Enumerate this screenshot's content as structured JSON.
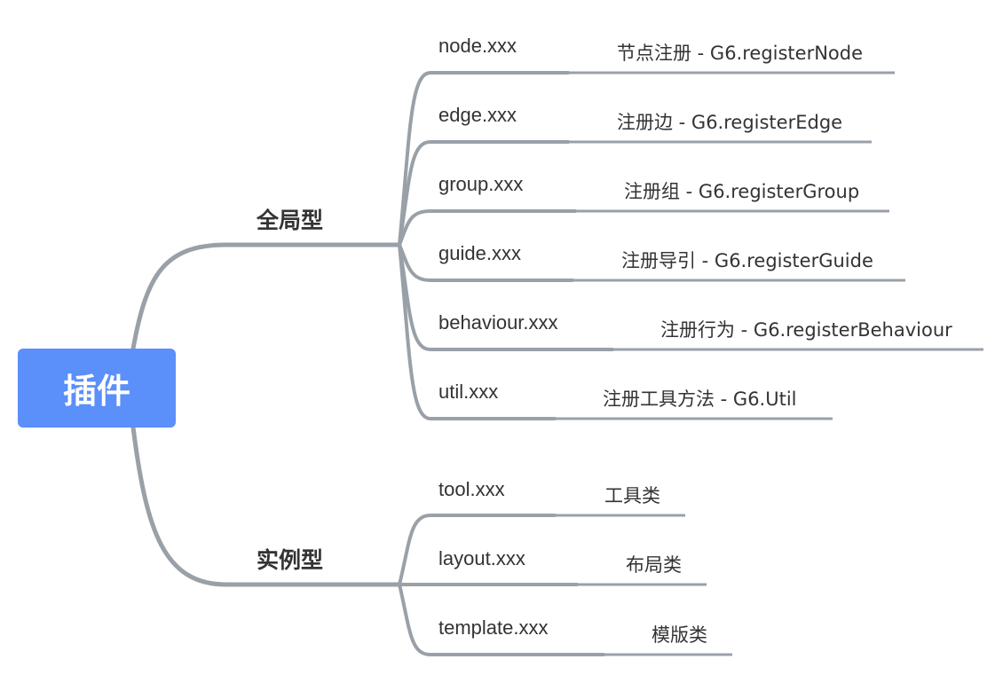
{
  "colors": {
    "root_fill": "#5b8ff9",
    "line": "#99a0a8",
    "text": "#333333"
  },
  "root": {
    "label": "插件"
  },
  "branches": [
    {
      "label": "全局型",
      "children": [
        {
          "name": "node.xxx",
          "desc": "节点注册 - G6.registerNode"
        },
        {
          "name": "edge.xxx",
          "desc": "注册边 - G6.registerEdge"
        },
        {
          "name": "group.xxx",
          "desc": "注册组 - G6.registerGroup"
        },
        {
          "name": "guide.xxx",
          "desc": "注册导引 - G6.registerGuide"
        },
        {
          "name": "behaviour.xxx",
          "desc": "注册行为 - G6.registerBehaviour"
        },
        {
          "name": "util.xxx",
          "desc": "注册工具方法 - G6.Util"
        }
      ]
    },
    {
      "label": "实例型",
      "children": [
        {
          "name": "tool.xxx",
          "desc": "工具类"
        },
        {
          "name": "layout.xxx",
          "desc": "布局类"
        },
        {
          "name": "template.xxx",
          "desc": "模版类"
        }
      ]
    }
  ]
}
